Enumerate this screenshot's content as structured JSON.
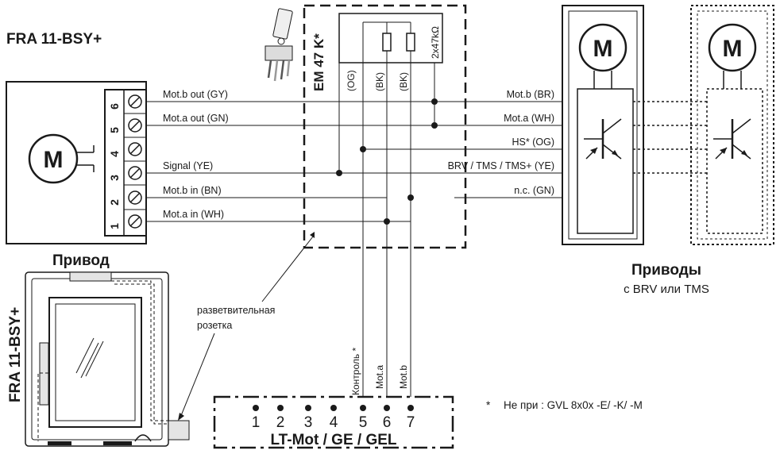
{
  "device_title": "FRA 11-BSY+",
  "em_module": {
    "name": "EM 47 K*",
    "resistor": "2x47kΩ",
    "wire_codes": [
      "(OG)",
      "(BK)",
      "(BK)"
    ]
  },
  "left_actuator": {
    "motor_label": "M",
    "caption": "Привод",
    "terminals": [
      "6",
      "5",
      "4",
      "3",
      "2",
      "1"
    ],
    "wires": [
      "Mot.b out (GY)",
      "Mot.a out (GN)",
      "Signal (YE)",
      "Mot.b in (BN)",
      "Mot.a in (WH)"
    ]
  },
  "right_wires": [
    "Mot.b (BR)",
    "Mot.a (WH)",
    "HS* (OG)",
    "BRV / TMS / TMS+ (YE)",
    "n.c. (GN)"
  ],
  "right_actuators": {
    "motor_label": "M",
    "caption": "Приводы",
    "subcaption": "с BRV или TMS"
  },
  "door": {
    "label": "FRA 11-BSY+"
  },
  "junction_box_label": [
    "разветвительная",
    "розетка"
  ],
  "controller": {
    "name": "LT-Mot / GE / GEL",
    "terminals": [
      "1",
      "2",
      "3",
      "4",
      "5",
      "6",
      "7"
    ],
    "wire_labels": [
      "Контроль *",
      "Mot.a",
      "Mot.b"
    ]
  },
  "footnote": {
    "marker": "*",
    "text": "Не при : GVL 8x0x -E/ -K/ -M"
  }
}
